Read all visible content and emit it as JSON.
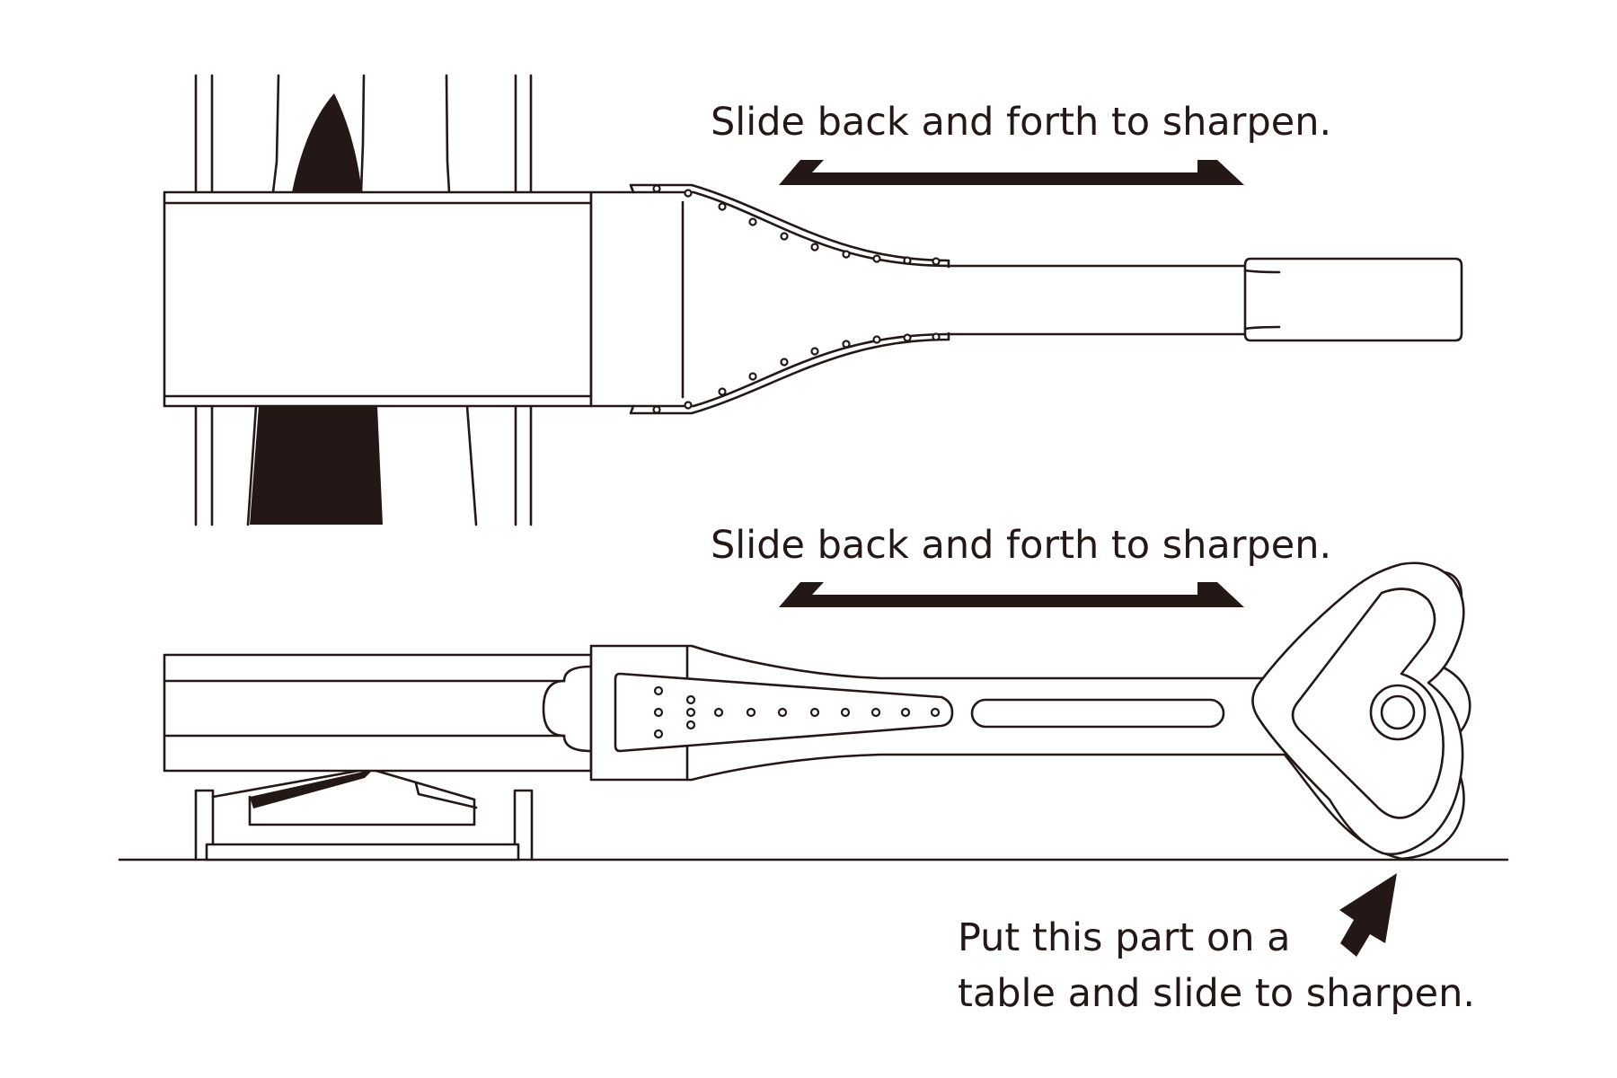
{
  "captions": {
    "top": "Slide back and forth to sharpen.",
    "middle": "Slide back and forth to sharpen.",
    "note_line_1": "Put this part on a",
    "note_line_2": "table and slide to sharpen."
  },
  "colors": {
    "ink": "#231815",
    "fill_dark": "#231815",
    "background": "#ffffff"
  }
}
